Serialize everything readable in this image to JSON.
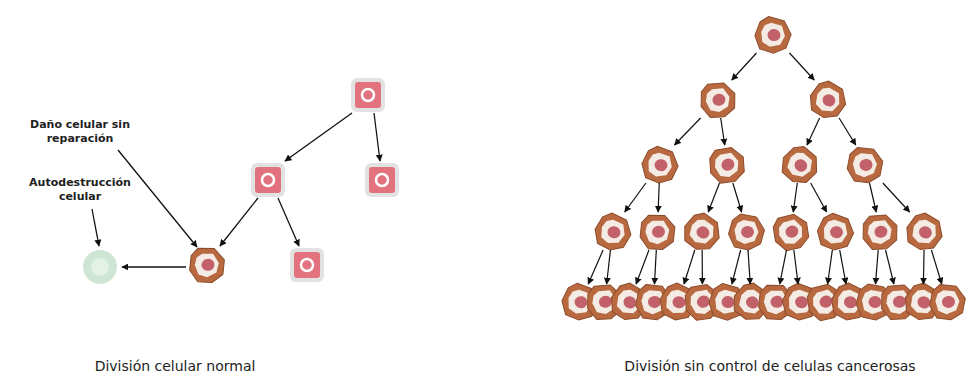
{
  "diagram": {
    "labels": [
      "Daño celular sin reparación",
      "Autodestrucción celular",
      "División celular normal",
      "División sin control de celulas cancerosas"
    ]
  }
}
